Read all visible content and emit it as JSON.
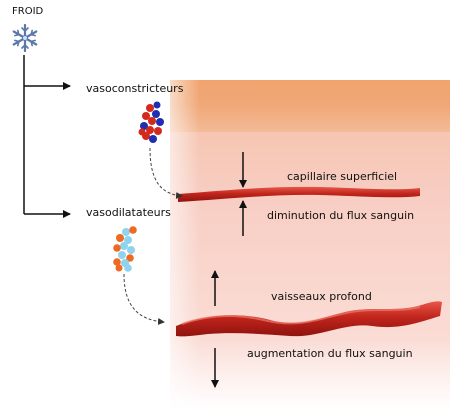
{
  "labels": {
    "cold": "FROID",
    "vasoconstrictors": "vasoconstricteurs",
    "vasodilators": "vasodilatateurs",
    "superficial_capillary": "capillaire superficiel",
    "flow_decrease": "diminution du flux sanguin",
    "deep_vessels": "vaisseaux profond",
    "flow_increase": "augmentation du flux sanguin"
  },
  "icons": {
    "cold": "snowflake-icon",
    "vasoconstrictor_molecule": "molecule-cluster-icon",
    "vasodilator_molecule": "molecule-cluster-icon"
  },
  "colors": {
    "vessel": "#c1251c",
    "vessel_highlight": "#e8574a",
    "skin_top": "#f2a772",
    "tissue": "#f6c8bd",
    "constrictor_red": "#d42a1c",
    "constrictor_blue": "#1f2fb0",
    "dilator_orange": "#ee6a22",
    "dilator_cyan": "#8fd3ec",
    "snowflake": "#5a78a8"
  }
}
